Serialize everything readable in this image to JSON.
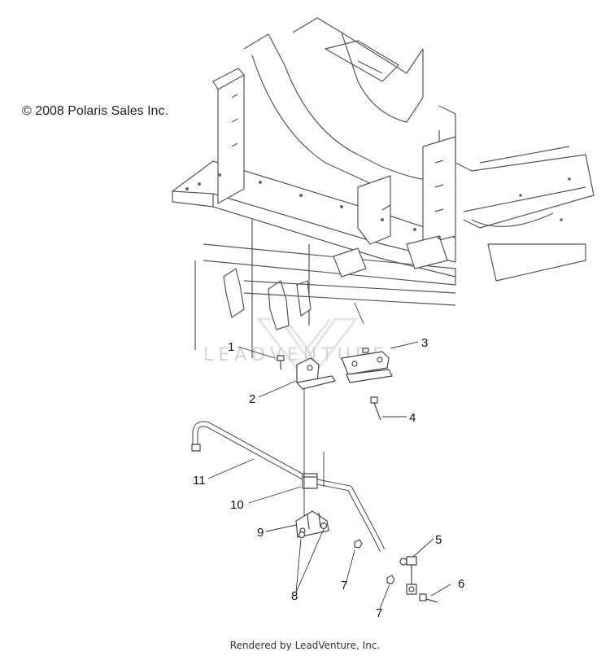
{
  "copyright": "© 2008 Polaris Sales Inc.",
  "footer": "Rendered by LeadVenture, Inc.",
  "watermark": "LEADVENTURE",
  "colors": {
    "line": "#555555",
    "watermark": "#d4d4d4"
  },
  "callouts": [
    "1",
    "2",
    "3",
    "4",
    "5",
    "6",
    "7",
    "7",
    "8",
    "9",
    "10",
    "11"
  ]
}
